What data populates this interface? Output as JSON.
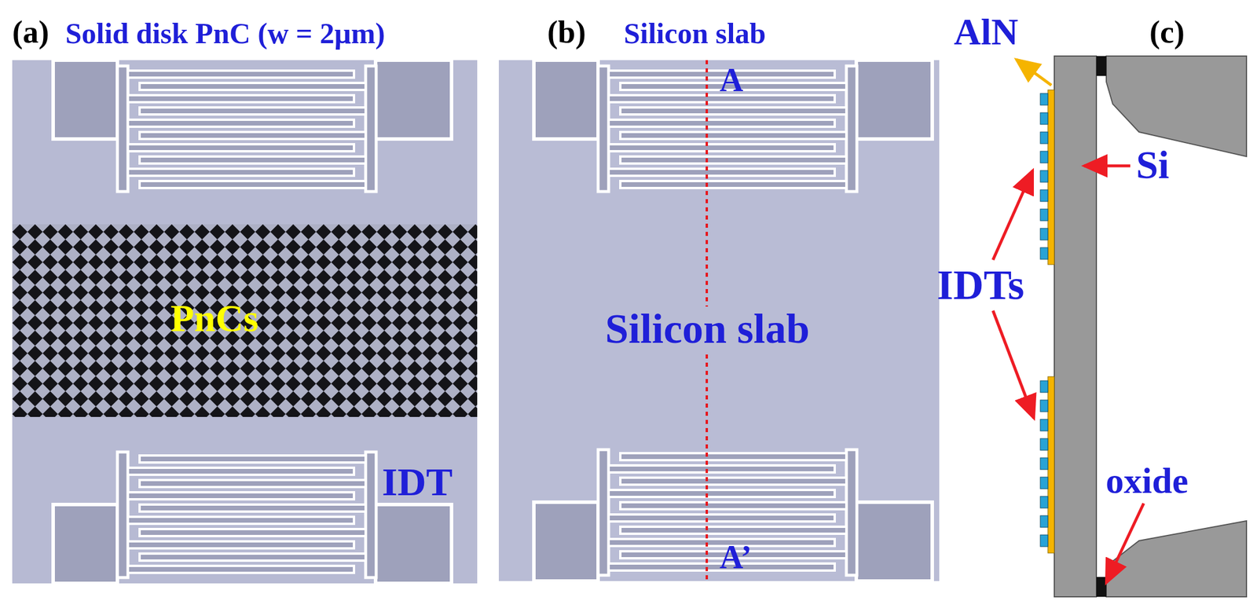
{
  "diagram": {
    "labels": [
      "(a)",
      "Solid disk PnC (w = 2μm)",
      "(b)",
      "Silicon slab",
      "AlN",
      "(c)",
      "A",
      "Si",
      "PnCs",
      "Silicon slab",
      "IDTs",
      "oxide",
      "IDT",
      "A’"
    ]
  }
}
